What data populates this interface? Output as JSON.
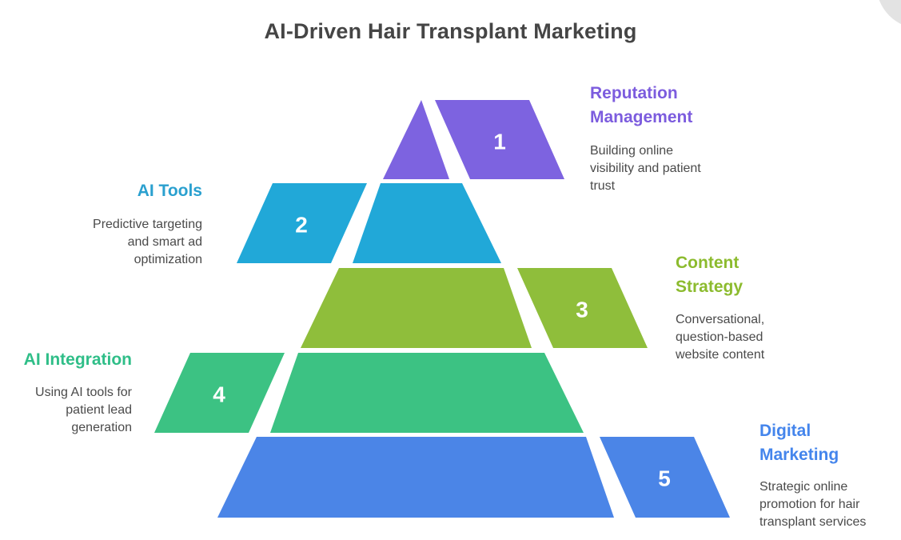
{
  "title": "AI-Driven Hair Transplant Marketing",
  "title_color": "#454545",
  "description_text_color": "#4A4A4A",
  "decoration": {
    "corner_circle_color": "#E3E3E3"
  },
  "levels": [
    {
      "number": "1",
      "side": "right",
      "label": "Reputation Management",
      "description": "Building online visibility and patient trust",
      "color": "#7D63E0",
      "label_color": "#7C5CDE"
    },
    {
      "number": "2",
      "side": "left",
      "label": "AI Tools",
      "description": "Predictive targeting and smart ad optimization",
      "color": "#21A8D8",
      "label_color": "#2AA0CF"
    },
    {
      "number": "3",
      "side": "right",
      "label": "Content Strategy",
      "description": "Conversational, question-based website content",
      "color": "#8FBE3B",
      "label_color": "#8CBB2E"
    },
    {
      "number": "4",
      "side": "left",
      "label": "AI Integration",
      "description": "Using AI tools for patient lead generation",
      "color": "#3CC283",
      "label_color": "#2FBE88"
    },
    {
      "number": "5",
      "side": "right",
      "label": "Digital Marketing",
      "description": "Strategic online promotion for hair transplant services",
      "color": "#4B85E7",
      "label_color": "#4485EC"
    }
  ]
}
